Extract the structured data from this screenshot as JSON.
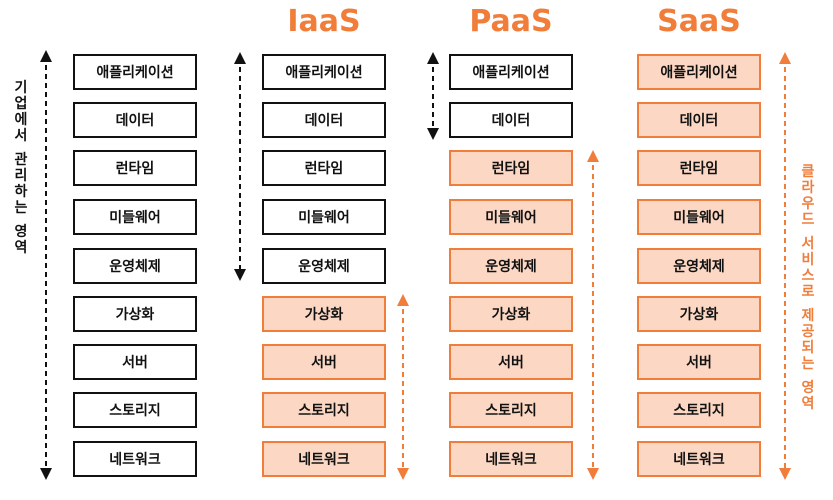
{
  "columns": [
    {
      "title": "",
      "managed_by_vendor_from": 9
    },
    {
      "title": "IaaS",
      "managed_by_vendor_from": 5
    },
    {
      "title": "PaaS",
      "managed_by_vendor_from": 2
    },
    {
      "title": "SaaS",
      "managed_by_vendor_from": 0
    }
  ],
  "layers": [
    "애플리케이션",
    "데이터",
    "런타임",
    "미들웨어",
    "운영체제",
    "가상화",
    "서버",
    "스토리지",
    "네트워크"
  ],
  "labels": {
    "enterprise": "기업에서 관리하는 영역",
    "cloud": "클라우드 서비스로 제공되는 영역"
  },
  "colors": {
    "accent": "#f07d3a",
    "vendor_fill": "#fcd8c4",
    "enterprise": "#111111"
  }
}
